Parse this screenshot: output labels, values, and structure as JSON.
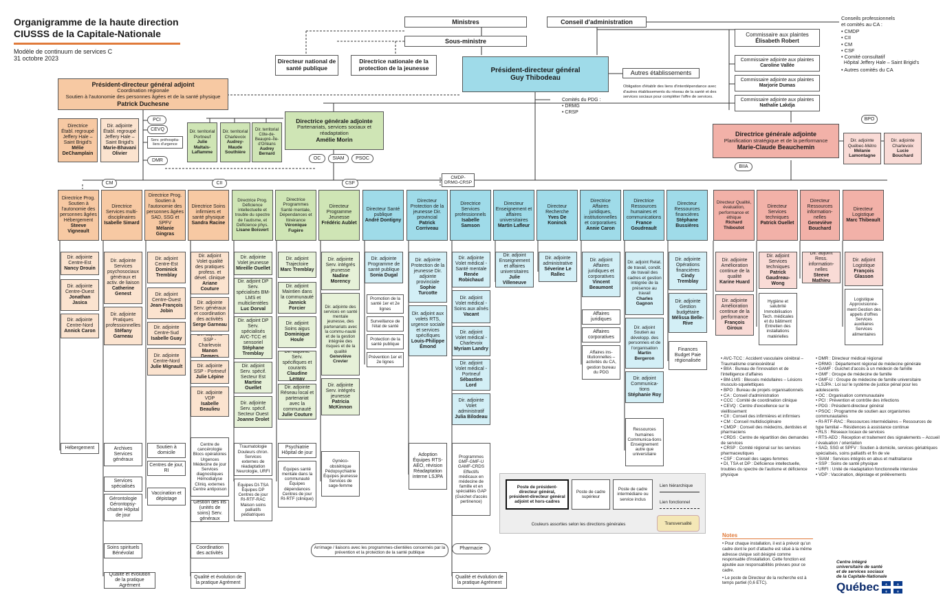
{
  "header": {
    "title1": "Organigramme de la haute direction",
    "title2": "CIUSSS de la Capitale-Nationale",
    "subtitle": "Modèle de continuum de services C",
    "date": "31 octobre 2023"
  },
  "top": {
    "ministres": "Ministres",
    "ca": "Conseil d'administration",
    "sous_ministre": "Sous-ministre",
    "dn_sante_publique": "Directeur national de santé publique",
    "dn_protection": "Directrice nationale de la protection de la jeunesse",
    "pdg_title": "Président-directeur général",
    "pdg_name": "Guy Thibodeau",
    "autres_etab": "Autres établissements",
    "autres_note": "Obligation d'établir des liens d'interdépendance avec d'autres établissements du réseau de la santé et des services sociaux pour compléter l'offre de services.",
    "comites_pdg": [
      "Comités du PDG :",
      "• DRMG",
      "• CRSP"
    ]
  },
  "plaintes": {
    "main_title": "Commissaire aux plaintes",
    "main_name": "Élisabeth Robert",
    "adj_title": "Commissaire adjointe aux plaintes",
    "adj": [
      "Caroline Vallée",
      "Marjorie Dumas",
      "Nathalie Lakdja"
    ]
  },
  "conseils": [
    "Conseils professionnels",
    "et comités au CA :",
    "• CMDP",
    "• CII",
    "• CM",
    "• CSF",
    "• Comité consultatif",
    "  Hôpital Jeffery Hale – Saint Brigid's",
    "• Autres comités du CA"
  ],
  "pdga": {
    "title": "Président-directeur général adjoint",
    "sub": "Coordination régionale",
    "sub2": "Soutien à l'autonomie des personnes âgées et de la santé physique",
    "name": "Patrick Duchesne",
    "d1": [
      "Directrice",
      "Établ. regroupé",
      "Jeffery Hale –",
      "Saint Brigid's"
    ],
    "d1n": "Mélie DeChamplain",
    "d2": [
      "Dir. adjointe",
      "Établ. regroupé",
      "Jeffery Hale –",
      "Saint Brigid's"
    ],
    "d2n": "Marie-Bhavani Olivier",
    "pills": [
      "PCI",
      "CEVQ",
      "Serv. préhospita-liers d'urgence",
      "DMR"
    ]
  },
  "dga1": {
    "title": "Directrice générale adjointe",
    "sub": "Partenariats, services sociaux et réadaptation",
    "name": "Amélie Morin",
    "t": [
      {
        "l": "Dir. territorial Portneuf",
        "n": "Julie Maltais-Laflamme"
      },
      {
        "l": "Dir. territorial Charlevoix",
        "n": "Audrey-Maude Southière"
      },
      {
        "l": "Dir. territorial Côte-de-Beaupré–Île-d'Orléans",
        "n": "Audrey Bernard"
      }
    ],
    "pills": [
      "OC",
      "SIAM",
      "PSOC"
    ]
  },
  "dga2": {
    "title": "Directrice générale adjointe",
    "sub": "Planification stratégique et de la performance",
    "name": "Marie-Claude Beauchemin",
    "bpo": "BPO",
    "biia": "BIIA",
    "adj": [
      {
        "l": "Dir. adjointe Québec-Métro",
        "n": "Mélanie Lamontagne"
      },
      {
        "l": "Dir. adjointe Charlevoix",
        "n": "Lucie Bouchard"
      }
    ]
  },
  "tags": {
    "cm": "CM",
    "cii": "CII",
    "csf": "CSF",
    "cmdp": "CMDP-\nDRMG-CRSP"
  },
  "directions": [
    {
      "l": "Directrice Prog. Soutien à l'autonomie des personnes âgées Hébergement",
      "n": "Steeve Vigneault"
    },
    {
      "l": "Directrice Services multi-disciplinaires",
      "n": "Isabelle Simard"
    },
    {
      "l": "Directrice Prog. Soutien à l'autonomie des personnes âgées SAD, SSG et SPFV",
      "n": "Mélanie Gingras"
    },
    {
      "l": "Directrice Soins infirmiers et santé physique",
      "n": "Sandra Racine"
    },
    {
      "l": "Directrice Prog. Déficience intellectuelle et trouble du spectre de l'autisme, et Déficience phys.",
      "n": "Lisane Boisvert"
    },
    {
      "l": "Directrice Programmes Santé mentale, Dépendances et Itinérance",
      "n": "Véronique Fugère"
    },
    {
      "l": "Directeur Programme Jeunesse",
      "n": "Frédéric Aublet"
    },
    {
      "l": "Directeur Santé publique",
      "n": "André Dontigny"
    },
    {
      "l": "Directeur Protection de la jeunesse Dir. provincial",
      "n": "Patrick Corriveau"
    },
    {
      "l": "Directrice Services professionnels",
      "n": "Isabelle Samson"
    },
    {
      "l": "Directeur Enseignement et affaires universitaires",
      "n": "Martin Lafleur"
    },
    {
      "l": "Directeur Recherche",
      "n": "Yves De Koninck"
    },
    {
      "l": "Directrice Affaires juridiques, institutionnelles et corporatives",
      "n": "Annie Caron"
    },
    {
      "l": "Directrice Ressources humaines et communications",
      "n": "France Goudreault"
    },
    {
      "l": "Directeur Ressources financières",
      "n": "Stéphane Bussières"
    },
    {
      "l": "Directeur Qualité, évaluation, performance et éthique",
      "n": "Richard Thiboutot"
    },
    {
      "l": "Directeur Services techniques",
      "n": "Patrick Ouellet"
    },
    {
      "l": "Directeur Ressources information-nelles",
      "n": "Geneviève Bouchard"
    },
    {
      "l": "Directeur Logistique",
      "n": "Marc Thibeault"
    }
  ],
  "c1": [
    {
      "l": "Dir. adjointe Centre-Est",
      "n": "Nancy Drouin"
    },
    {
      "l": "Dir. adjointe Centre-Ouest",
      "n": "Jonathan Jasica"
    },
    {
      "l": "Dir. adjointe Centre-Nord",
      "n": "Annick Caron"
    }
  ],
  "c2": [
    {
      "l": "Dir. adjointe Services psychosociaux généraux et activ. de liaison",
      "n": "Catherine Genest"
    },
    {
      "l": "Dir. adjointe Pratiques professionnelles",
      "n": "Stéfany Garneau"
    }
  ],
  "c3": [
    {
      "l": "Dir. adjoint Centre-Est",
      "n": "Dominick Tremblay"
    },
    {
      "l": "Dir. adjoint Centre-Ouest",
      "n": "Jean-François Jobin"
    },
    {
      "l": "Dir. adjointe Centre-Sud",
      "n": "Isabelle Guay"
    },
    {
      "l": "Dir. adjointe Centre-Nord",
      "n": "Julie Mignault"
    }
  ],
  "c4": [
    {
      "l": "Dir. adjoint Volet qualité des pratiques profess. et dével. clinique",
      "n": "Ariane Couture"
    },
    {
      "l": "Dir. adjointe Serv. généraux et coordination des activités",
      "n": "Serge Garneau"
    },
    {
      "l": "Dir. adjointe SSP - Charlevoix",
      "n": "Manon Demers"
    },
    {
      "l": "Dir. adjointe SSP - Portneuf",
      "n": "Julie Lépine"
    },
    {
      "l": "Dir. adjointe VDP",
      "n": "Isabelle Beaulieu"
    }
  ],
  "c5": [
    {
      "l": "Dir. adjointe Volet jeunesse",
      "n": "Mireille Ouellet"
    },
    {
      "l": "Dir. adjoint DP Serv. spécialisés BM-LMS et multiclientèles",
      "n": "Luc Dorval"
    },
    {
      "l": "Dir. adjoint DP Serv. spécialisés AVC-TCC et sensoriel",
      "n": "Stéphane Tremblay"
    },
    {
      "l": "Dir. adjoint Serv. spécif. Secteur Est",
      "n": "Martine Ouellet"
    },
    {
      "l": "Dir. adjointe Serv. spécif. Secteur Ouest",
      "n": "Joanne Drolet"
    }
  ],
  "c6": [
    {
      "l": "Dir. adjoint Trajectoire",
      "n": "Marc Tremblay"
    },
    {
      "l": "Dir. adjoint Maintien dans la communauté",
      "n": "Jannick Forcier"
    },
    {
      "l": "Dir. adjoint Soins aigus",
      "n": "Dominique Houle"
    },
    {
      "l": "Dir. adjointe Serv. spécifiques et courants",
      "n": "Claudine Lemay"
    },
    {
      "l": "Dir. adjointe Réseau local et partenariat avec la communauté",
      "n": "Julie Couture"
    }
  ],
  "c7": [
    {
      "l": "Dir. adjointe Serv. intégrés jeunesse",
      "n": "Nadine Morency"
    },
    {
      "l": "Dir. adjointe des services en santé mentale jeunesse, des partenariats avec la commu-nauté et de la gestion intégrée des risques et de la qualité",
      "n": "Geneviève Crevier"
    },
    {
      "l": "Dir. adjointe Serv. intégrés jeunesse",
      "n": "Patricia McKinnon"
    }
  ],
  "c8": [
    {
      "l": "Dir. adjointe Programme de santé publique",
      "n": "Sonia Dugal"
    }
  ],
  "c8b": [
    "Promotion de la santé 1er et 2e lignes",
    "Surveillance de l'état de santé",
    "Protection de la santé publique",
    "Prévention 1er et 2e lignes"
  ],
  "c9": [
    {
      "l": "Dir. adjointe Protection de la jeunesse Dir. adjointe provinciale",
      "n": "Sophie Turcotte"
    },
    {
      "l": "Dir. adjoint aux volets RTS, urgence sociale et services spécifiques",
      "n": "Louis-Philippe Émond"
    }
  ],
  "c10": [
    {
      "l": "Dir. adjointe Volet médical - Santé mentale",
      "n": "Renée Robichaud"
    },
    {
      "l": "Dir. adjoint Volet médical - Soins aux aînés",
      "n": "Vacant"
    },
    {
      "l": "Dir. adjoint Volet médical - Charlevoix",
      "n": "Myriam Landry"
    },
    {
      "l": "Dir. adjoint Volet médical - Portneuf",
      "n": "Sébastien Lord"
    },
    {
      "l": "Dir. adjointe Volet administratif",
      "n": "Julia Bilodeau"
    }
  ],
  "c11": [
    {
      "l": "Dir. adjoint Enseignement et affaires universitaires",
      "n": "Julie Villeneuve"
    }
  ],
  "c12": [
    {
      "l": "Dir. adjointe administrative",
      "n": "Séverine Le Rallec"
    }
  ],
  "c13": [
    {
      "l": "Dir. adjoint Affaires juridiques et corporatives",
      "n": "Vincent Beaumont"
    }
  ],
  "c13b": [
    "Affaires juridiques",
    "Affaires corporatives",
    "Affaires ins-titutionnelles – activités du CA, gestion bureau du PDG"
  ],
  "c14": [
    {
      "l": "Dir. adjoint Relat. de travail, condit. de travail des cadres et gestion intégrée de la présence au travail",
      "n": "Charles Gagnon"
    },
    {
      "l": "Dir. adjoint Soutien au développ. des personnes et de l'organisation",
      "n": "Martin Bergeron"
    },
    {
      "l": "Dir. adjoint Communica-tions",
      "n": "Stéphanie Roy"
    }
  ],
  "c14b": "Ressources humaines Communica-tions Enseignement autre que universitaire",
  "c15": [
    {
      "l": "Dir. adjointe Opérations financières",
      "n": "Cindy Tremblay"
    },
    {
      "l": "Dir. adjointe Gestion budgétaire",
      "n": "Mélissa Belle-Rive"
    }
  ],
  "c15b": "Finances Budget Paie régionalisée",
  "c16": [
    {
      "l": "Dir. adjointe Amélioration continue de la qualité",
      "n": "Karine Huard"
    },
    {
      "l": "Dir. adjointe Amélioration continue de la performance",
      "n": "François Giroux"
    }
  ],
  "c17": [
    {
      "l": "Dir. adjoint Services techniques",
      "n": "Patrick Gaudreau-Wong"
    }
  ],
  "c17b": "Hygiène et salubrité Immobilisation Tech. médicales et du bâtiment Entretien des installations matérielles",
  "c18": [
    {
      "l": "Dir. adjoint Ress. information-nelles",
      "n": "Steeve Mathieu"
    }
  ],
  "c19": [
    {
      "l": "Dir. adjoint Logistique",
      "n": "François Glasson"
    }
  ],
  "c19b": "Logistique Approvisionne-ment Gestion des appels d'offres Services auxiliaires Services alimentaires",
  "bottom": {
    "hebergement": "Hébergement",
    "archives": "Archives Services généraux",
    "services_specialises": "Services spécialisés",
    "geronto": "Gérontologie Gérontopsy-chiatrie Hôpital de jour",
    "soins_spirituels": "Soins spirituels Bénévolat",
    "qualite1": "Qualité et évolution de la pratique Agrément",
    "soutien_domicile": "Soutien à domicile",
    "centres_jour": "Centres de jour, RI",
    "vaccination": "Vaccination et dépistage",
    "centre_cancero": "Centre de cancérologie Blocs opératoires Urgences Médecine de jour Services diagnostiques Hémodialyse Cliniq. externes Centre antipoison",
    "gestion_lits": "Gestion des lits (unités de soins) Serv. généraux",
    "coordination": "Coordination des activités",
    "qualite2": "Qualité et évolution de la pratique Agrément",
    "trauma": "Traumatologie Douleurs chron. Services externes de réadaptation Neurologie, URFI",
    "equipes_di": "Équipes DI-TSA Équipes DP Centres de jour RI-RTF-RAC Maison soins palliatifs pédiatriques",
    "psychiatrie": "Psychiatrie Hôpital de jour",
    "equipes_sm": "Équipes santé mentale dans la communauté Équipes dépendances Centres de jour RI-RTF (clinique)",
    "gyneco": "Gynéco-obstétrique Pédopsychiatrie Équipes jeunesse Services de sage-femme",
    "adoption": "Adoption Équipes RTS-AEO, révision Réadaptation interne LSJPA",
    "programmes": "Programmes GMF-GMF-U GAMF-CRDS Effectifs médicaux en médecine de famille et en spécialités GAP (Guichet d'accès pertinence)",
    "arrimage": "Arrimage / liaisons avec les programmes-clientèles concernés par la prévention et la protection de la santé publique",
    "pharmacie": "Pharmacie",
    "qualite3": "Qualité et évolution de la pratique Agrément"
  },
  "legend": {
    "k1": "Poste de président-directeur général, président-directeur général adjoint et hors-cadres",
    "k2": "Poste de cadre supérieur",
    "k3": "Poste de cadre intermédiaire ou service inclus",
    "k4": "Lien hiérarchique",
    "k5": "Lien fonctionnel",
    "k6": "Transversalité",
    "k7": "Couleurs assorties selon les directions générales"
  },
  "abbr_left": [
    "• AVC-TCC : Accident vasculaire cérébral – Traumatisme craniocérébral",
    "• BIIA : Bureau de l'innovation et de l'intelligence d'affaires",
    "• BM-LMS : Blessés médullaires – Lésions musculo-squelettiques",
    "• BPO : Bureau de projets organisationnels",
    "• CA : Conseil d'administration",
    "• CCC : Comité de coordination clinique",
    "• CEVQ : Centre d'excellence sur le vieillissement",
    "• CII : Conseil des infirmières et infirmiers",
    "• CM : Conseil multidisciplinaire",
    "• CMDP : Conseil des médecins, dentistes et pharmaciens",
    "• CRDS : Centre de répartition des demandes de services",
    "• CRSP : Comité régional sur les services pharmaceutiques",
    "• CSF : Conseil des sages-femmes",
    "• DI, TSA et DP : Déficience intellectuelle, troubles du spectre de l'autisme et déficience physique"
  ],
  "abbr_right": [
    "• DMR : Directeur médical régional",
    "• DRMG : Département régional de médecine générale",
    "• GAMF : Guichet d'accès à un médecin de famille",
    "• GMF : Groupe de médecine de famille",
    "• GMF-U : Groupe de médecine de famille universitaire",
    "• LSJPA : Loi sur le système de justice pénal pour les adolescents",
    "• OC : Organisation communautaire",
    "• PCI : Prévention et contrôle des infections",
    "• PDG : Président-directeur général",
    "• PSOC : Programme de soutien aux organismes communautaires",
    "• RI-RTF-RAC : Ressources intermédiaires – Ressources de type familial – Résidences à assistance continue",
    "• RLS : Réseaux locaux de services",
    "• RTS-AEO : Réception et traitement des signalements – Accueil / évaluation / orientation",
    "• SAD, SSG et SPFV : Soutien à domicile, services gériatriques spécialisés, soins palliatifs et fin de vie",
    "• SIAM : Services intégrés en abus et maltraitance",
    "• SSP : Soins de santé physique",
    "• URFI : Unité de réadaptation fonctionnelle intensive",
    "• VDP : Vaccination, dépistage et prélèvements"
  ],
  "notes": {
    "title": "Notes",
    "n1": "• Pour chaque installation, il est à prévoir qu'un cadre dont le port d'attache est situé à la même adresse civique soit désigné comme responsable d'installation. Cette fonction est ajoutée aux responsabilités prévues pour ce cadre.",
    "n2": "• Le poste de Directeur de la recherche est à temps partiel (0,6 ETC)."
  },
  "logo": {
    "l1": "Centre intégré",
    "l2": "universitaire de santé",
    "l3": "et de services sociaux",
    "l4": "de la Capitale-Nationale",
    "word": "Québec"
  },
  "colors": {
    "orange": "#f7c9a3",
    "green": "#cfe5b5",
    "blue": "#9fdbe9",
    "red": "#f2b1a8",
    "accent": "#e07a3a"
  }
}
